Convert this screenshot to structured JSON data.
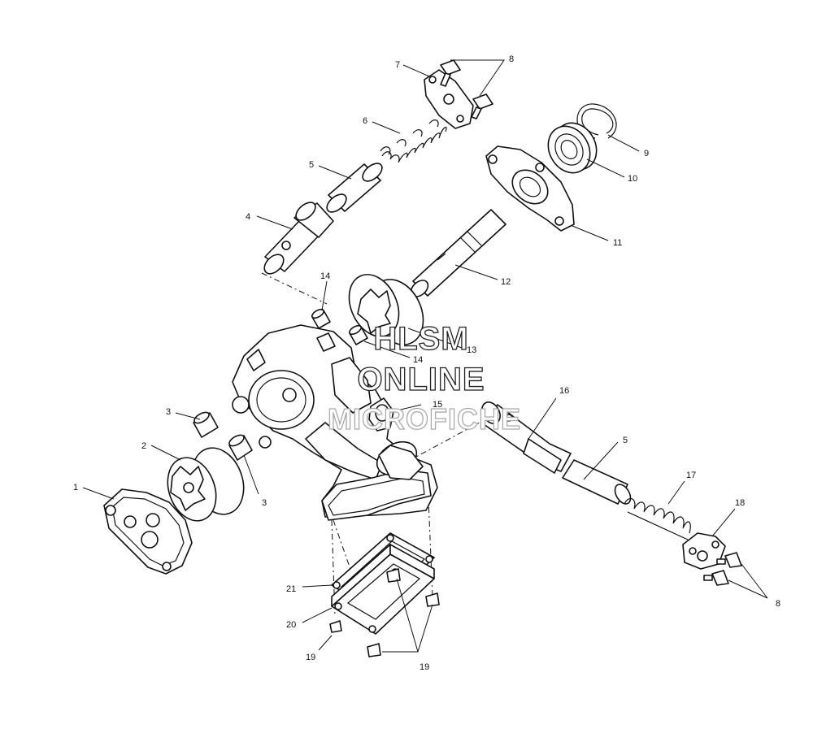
{
  "callouts": [
    {
      "id": "c1",
      "label": "1"
    },
    {
      "id": "c2",
      "label": "2"
    },
    {
      "id": "c3a",
      "label": "3"
    },
    {
      "id": "c3b",
      "label": "3"
    },
    {
      "id": "c4",
      "label": "4"
    },
    {
      "id": "c5a",
      "label": "5"
    },
    {
      "id": "c5b",
      "label": "5"
    },
    {
      "id": "c6",
      "label": "6"
    },
    {
      "id": "c7",
      "label": "7"
    },
    {
      "id": "c8a",
      "label": "8"
    },
    {
      "id": "c8b",
      "label": "8"
    },
    {
      "id": "c9",
      "label": "9"
    },
    {
      "id": "c10",
      "label": "10"
    },
    {
      "id": "c11",
      "label": "11"
    },
    {
      "id": "c12",
      "label": "12"
    },
    {
      "id": "c13",
      "label": "13"
    },
    {
      "id": "c14a",
      "label": "14"
    },
    {
      "id": "c14b",
      "label": "14"
    },
    {
      "id": "c15",
      "label": "15"
    },
    {
      "id": "c16",
      "label": "16"
    },
    {
      "id": "c17",
      "label": "17"
    },
    {
      "id": "c18",
      "label": "18"
    },
    {
      "id": "c19a",
      "label": "19"
    },
    {
      "id": "c19b",
      "label": "19"
    },
    {
      "id": "c20",
      "label": "20"
    },
    {
      "id": "c21",
      "label": "21"
    }
  ],
  "watermark": {
    "line1": "HLSM",
    "line2": "ONLINE",
    "line3": "MICROFICHE"
  }
}
